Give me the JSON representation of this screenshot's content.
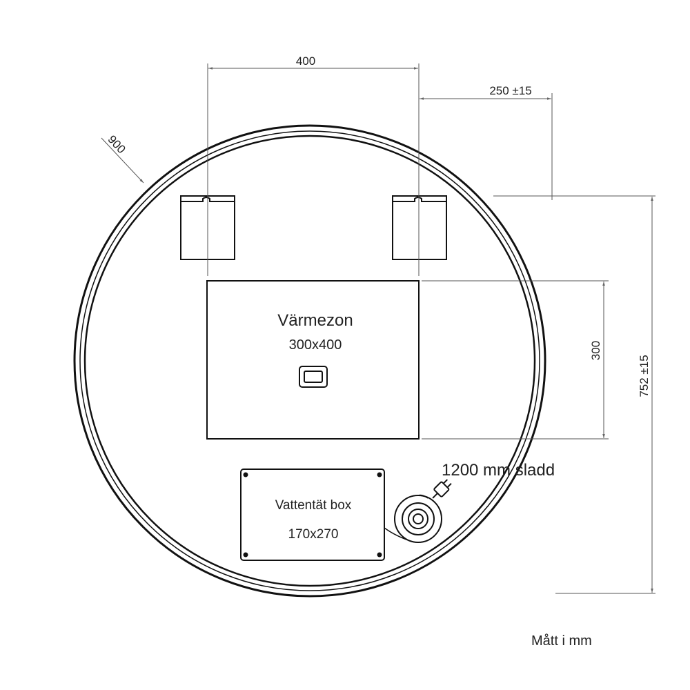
{
  "dimensions": {
    "width_top": "400",
    "offset_right": "250 ±15",
    "diameter": "900",
    "heat_height": "300",
    "total_height": "752 ±15"
  },
  "heat_zone": {
    "title": "Värmezon",
    "size": "300x400"
  },
  "box": {
    "title": "Vattentät box",
    "size": "170x270"
  },
  "cable": {
    "label": "1200 mm sladd"
  },
  "footer": {
    "units_note": "Mått i mm"
  },
  "icons": {
    "switch": "switch-icon",
    "cable_reel": "cable-reel-icon",
    "plug": "plug-icon"
  }
}
